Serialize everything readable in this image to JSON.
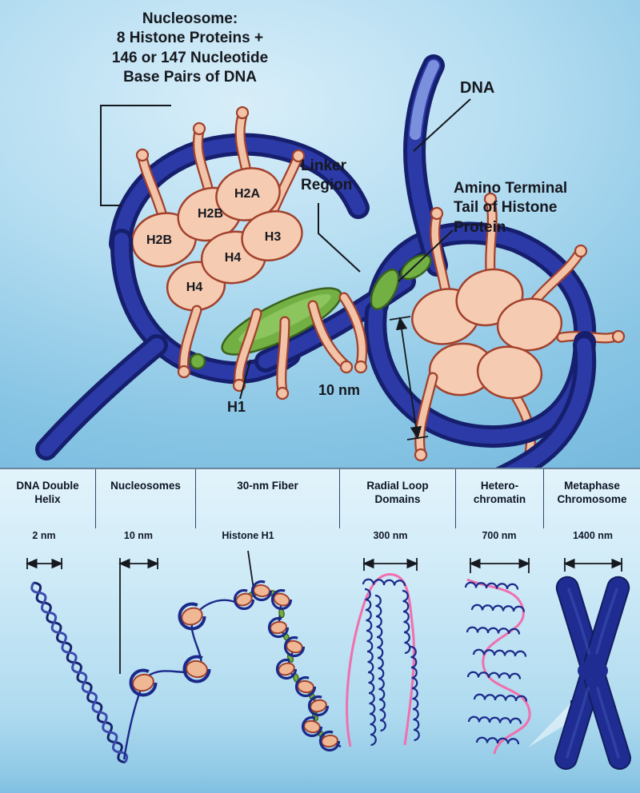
{
  "top": {
    "title": "Nucleosome:\n8 Histone Proteins +\n146 or 147 Nucleotide\nBase Pairs of DNA",
    "labels": {
      "dna": "DNA",
      "linker": "Linker\nRegion",
      "amino_tail": "Amino Terminal\nTail of Histone\nProtein",
      "h1": "H1",
      "scale": "10 nm"
    },
    "histones": {
      "h2a": "H2A",
      "h2b_upper": "H2B",
      "h2b_left": "H2B",
      "h3": "H3",
      "h4_center": "H4",
      "h4_lower": "H4"
    }
  },
  "bottom": {
    "columns": [
      {
        "title": "DNA Double\nHelix",
        "scale": "2 nm"
      },
      {
        "title": "Nucleosomes",
        "scale": "10 nm"
      },
      {
        "title": "30-nm Fiber",
        "scale": "Histone H1"
      },
      {
        "title": "Radial Loop\nDomains",
        "scale": "300 nm"
      },
      {
        "title": "Hetero-\nchromatin",
        "scale": "700 nm"
      },
      {
        "title": "Metaphase\nChromosome",
        "scale": "1400 nm"
      }
    ]
  },
  "colors": {
    "background_top": "#8ac6e5",
    "background_bottom": "#cfeaf7",
    "dna_blue": "#1b2a8a",
    "dna_dark": "#161f6d",
    "histone_salmon": "#f5cbb1",
    "histone_outline": "#a2402c",
    "h1_green": "#72b043",
    "scaffold_pink": "#f06fae",
    "chromosome_navy": "#1f2d92",
    "text": "#16181f"
  }
}
